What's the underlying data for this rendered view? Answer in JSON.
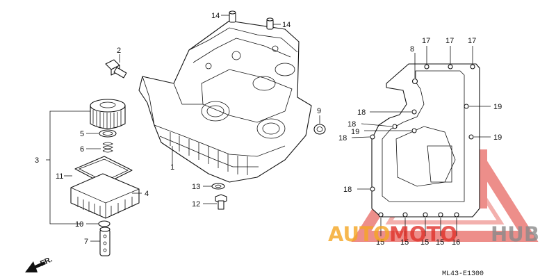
{
  "diagram": {
    "callouts": {
      "c1": "1",
      "c2": "2",
      "c3": "3",
      "c4": "4",
      "c5": "5",
      "c6": "6",
      "c7": "7",
      "c8": "8",
      "c9": "9",
      "c10": "10",
      "c11": "11",
      "c12": "12",
      "c13": "13",
      "c14a": "14",
      "c14b": "14",
      "c15a": "15",
      "c15b": "15",
      "c15c": "15",
      "c15d": "15",
      "c16": "16",
      "c17a": "17",
      "c17b": "17",
      "c17c": "17",
      "c18a": "18",
      "c18b": "18",
      "c18c": "18",
      "c18d": "18",
      "c19a": "19",
      "c19b": "19",
      "c19c": "19"
    },
    "direction_label": "FR.",
    "drawing_code": "ML43-E1300"
  },
  "watermark": {
    "brand_part1": "AUTO",
    "brand_part2": "MOTO",
    "brand_part3": "HUB",
    "colors": {
      "red": "#e0322b",
      "orange": "#f5a623",
      "gray": "#8a8a8a"
    }
  }
}
